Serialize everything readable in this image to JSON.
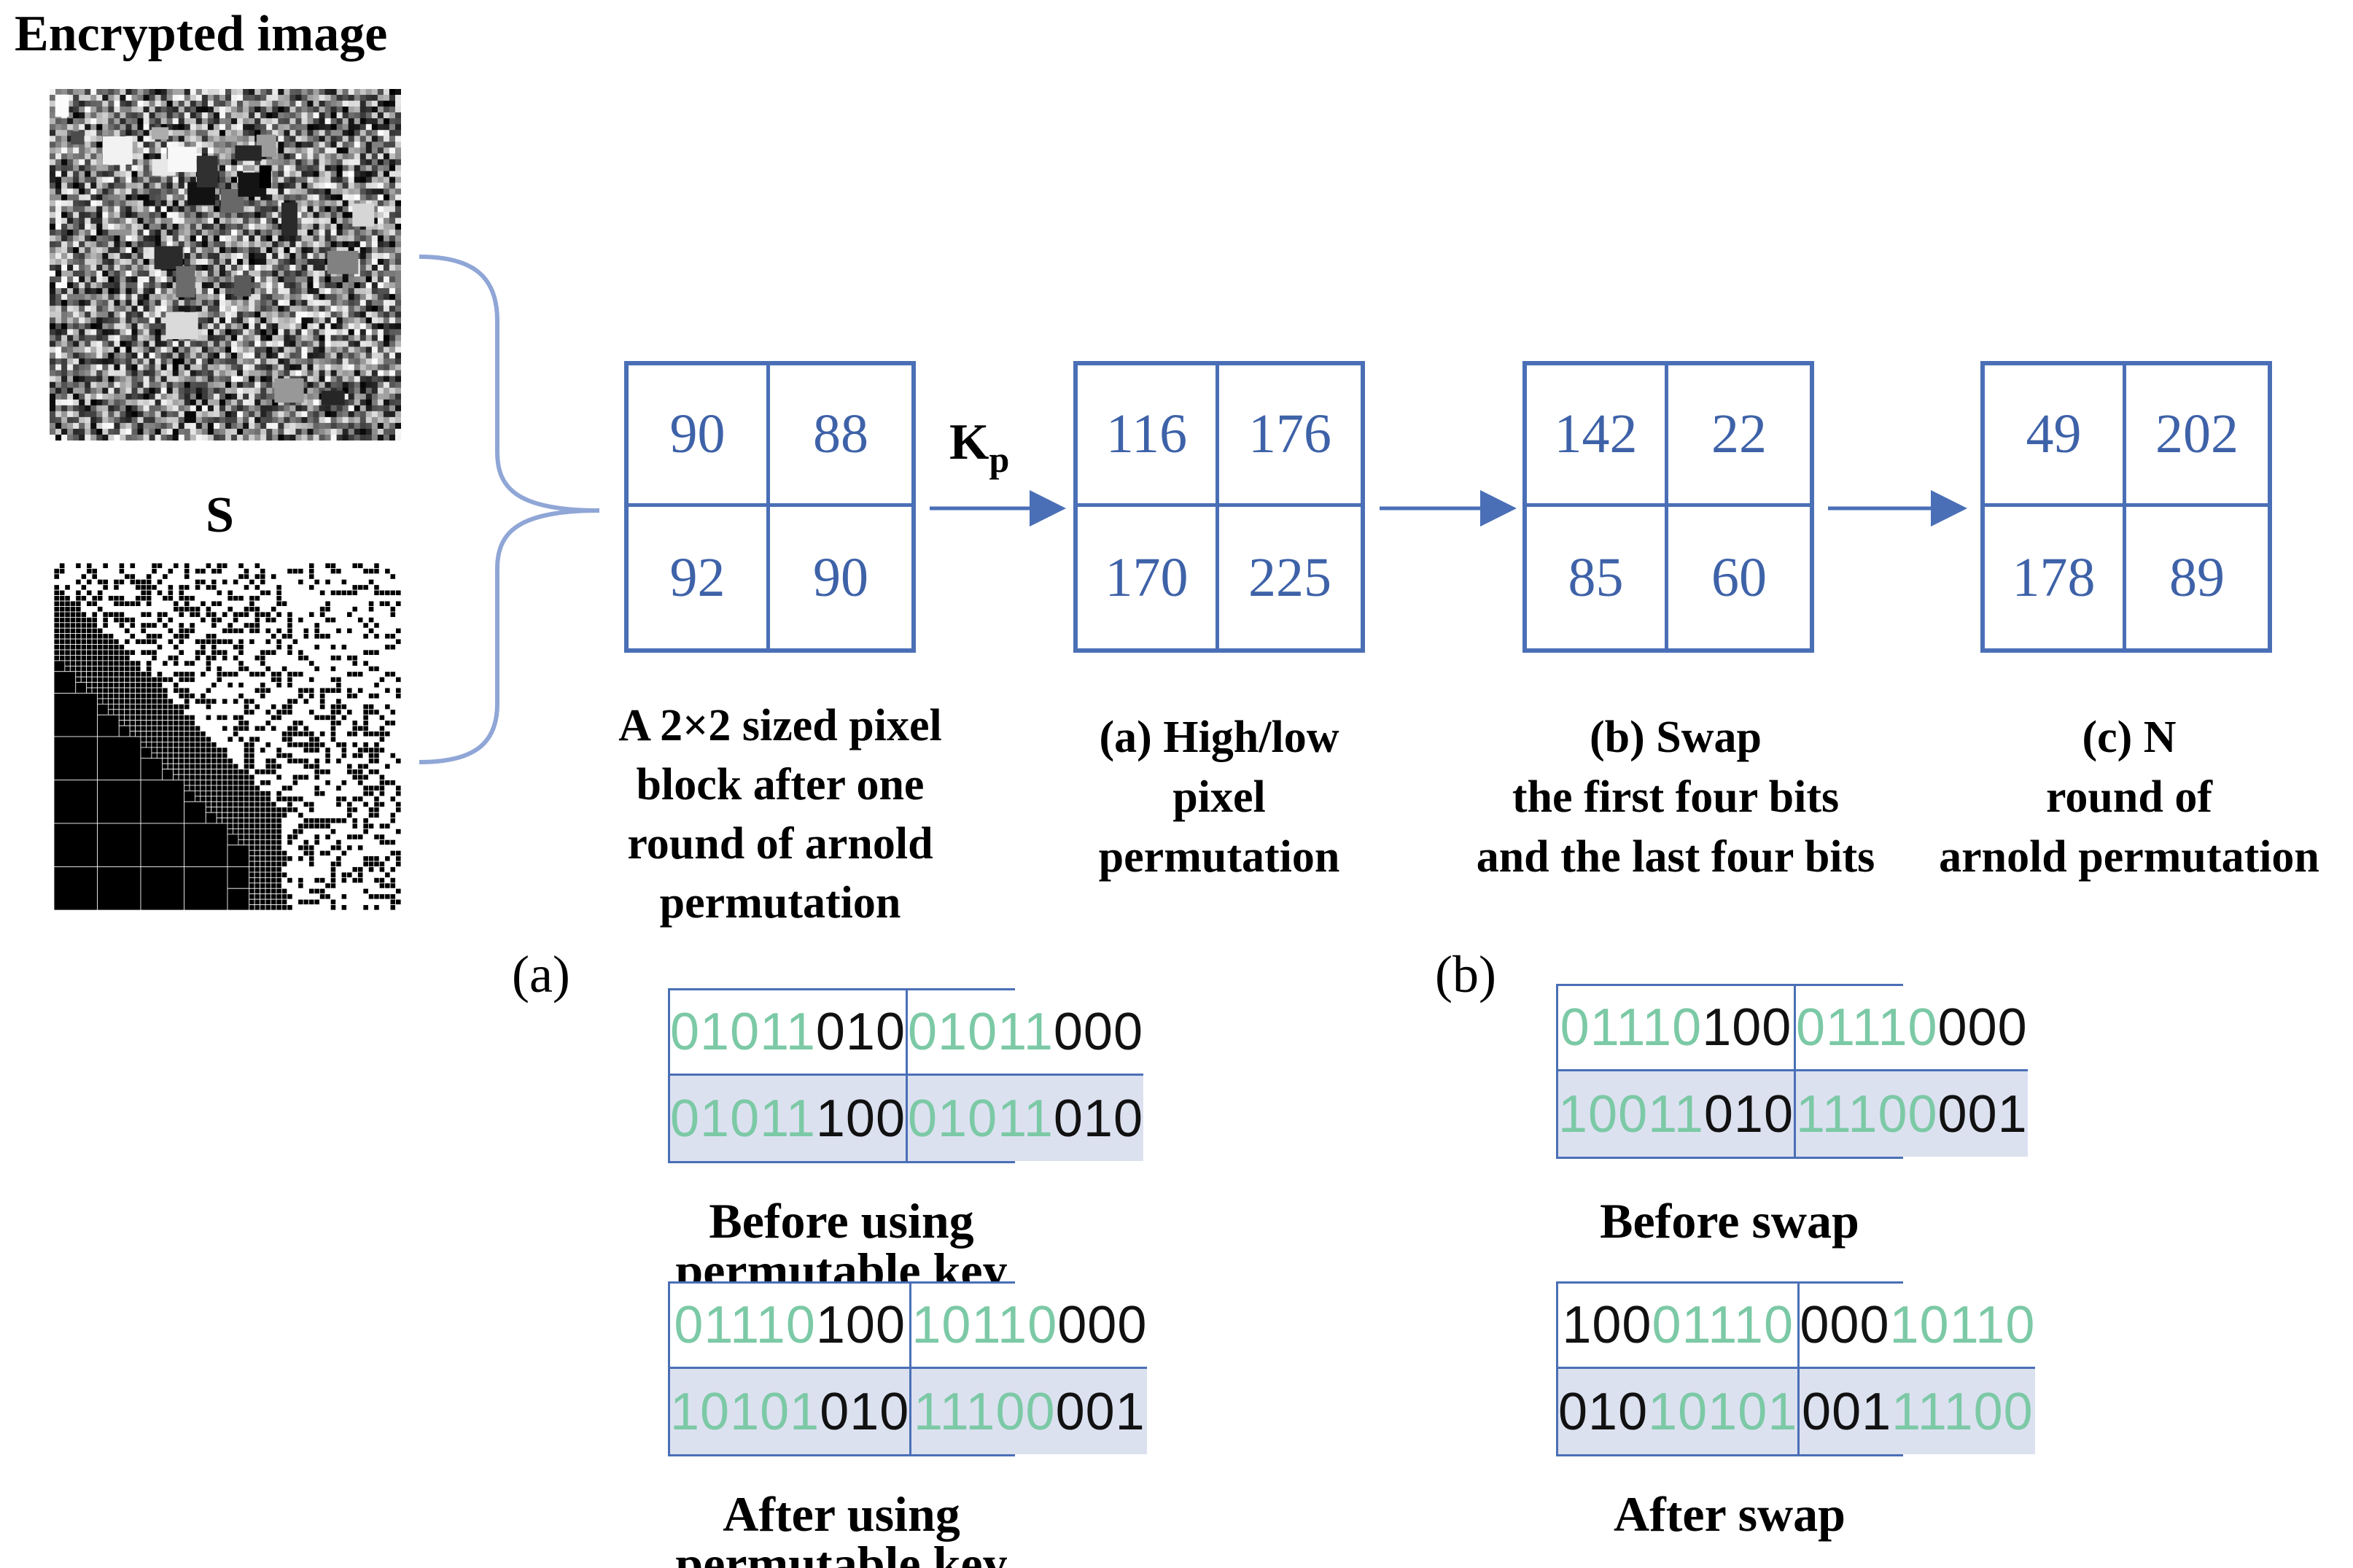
{
  "colors": {
    "grid_blue": "#4a6fb6",
    "number_blue": "#3e62a8",
    "bit_green": "#7cc9a6",
    "row_shade": "#dce1f0",
    "brace": "#8fa6d6"
  },
  "labels": {
    "encrypted_image": "Encrypted image",
    "s": "S",
    "kp_main": "K",
    "kp_sub": "p",
    "panel_a": "(a)",
    "panel_b": "(b)"
  },
  "blocks": [
    {
      "values": [
        "90",
        "88",
        "92",
        "90"
      ],
      "caption": [
        "A 2×2 sized pixel",
        "block after one",
        "round of arnold",
        "permutation"
      ]
    },
    {
      "values": [
        "116",
        "176",
        "170",
        "225"
      ],
      "caption": [
        "(a) High/low",
        "pixel",
        "permutation"
      ]
    },
    {
      "values": [
        "142",
        "22",
        "85",
        "60"
      ],
      "caption": [
        "(b) Swap",
        "the first four bits",
        "and the last four bits"
      ]
    },
    {
      "values": [
        "49",
        "202",
        "178",
        "89"
      ],
      "caption": [
        "(c) N",
        "round of",
        "arnold permutation"
      ]
    }
  ],
  "bit_tables": [
    {
      "title": "Before using permutable key",
      "cells": [
        {
          "green": "01011",
          "black": "010",
          "green_first": true
        },
        {
          "green": "01011",
          "black": "000",
          "green_first": true
        },
        {
          "green": "01011",
          "black": "100",
          "green_first": true
        },
        {
          "green": "01011",
          "black": "010",
          "green_first": true
        }
      ]
    },
    {
      "title": "After using permutable key",
      "cells": [
        {
          "green": "01110",
          "black": "100",
          "green_first": true
        },
        {
          "green": "10110",
          "black": "000",
          "green_first": true
        },
        {
          "green": "10101",
          "black": "010",
          "green_first": true
        },
        {
          "green": "11100",
          "black": "001",
          "green_first": true
        }
      ]
    },
    {
      "title": "Before swap",
      "cells": [
        {
          "green": "01110",
          "black": "100",
          "green_first": true
        },
        {
          "green": "01110",
          "black": "000",
          "green_first": true
        },
        {
          "green": "10011",
          "black": "010",
          "green_first": true
        },
        {
          "green": "11100",
          "black": "001",
          "green_first": true
        }
      ]
    },
    {
      "title": "After swap",
      "cells": [
        {
          "black": "100",
          "green": "01110",
          "green_first": false
        },
        {
          "black": "000",
          "green": "10110",
          "green_first": false
        },
        {
          "black": "010",
          "green": "10101",
          "green_first": false
        },
        {
          "black": "001",
          "green": "11100",
          "green_first": false
        }
      ]
    }
  ]
}
